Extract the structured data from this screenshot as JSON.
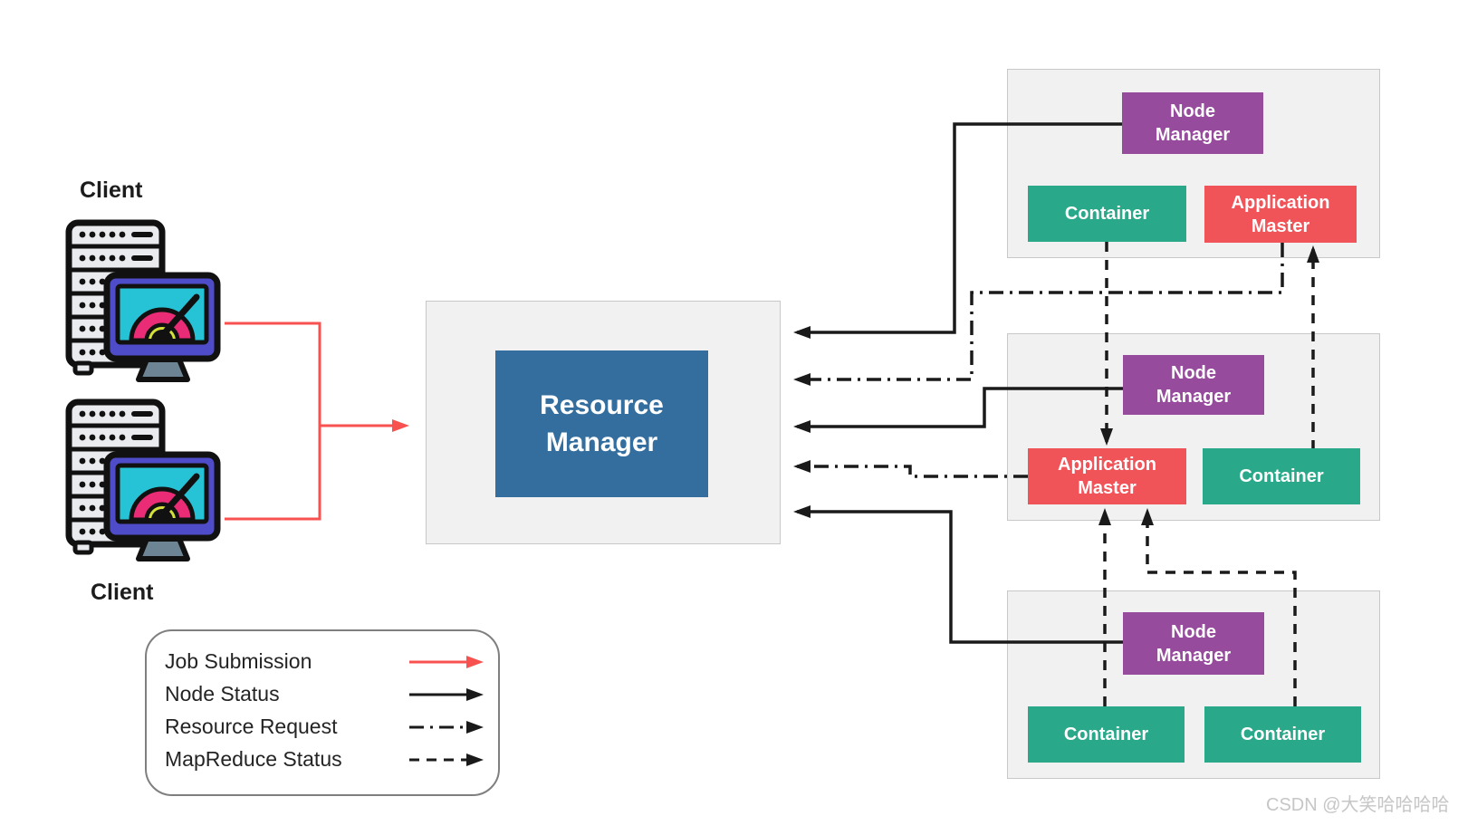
{
  "diagram": {
    "clients": {
      "top": {
        "label": "Client"
      },
      "bottom": {
        "label": "Client"
      }
    },
    "resource_manager": {
      "line1": "Resource",
      "line2": "Manager"
    },
    "node_groups": [
      {
        "name": "top-node",
        "node_manager": {
          "line1": "Node",
          "line2": "Manager"
        },
        "container_label": "Container",
        "app_master": {
          "line1": "Application",
          "line2": "Master"
        }
      },
      {
        "name": "middle-node",
        "node_manager": {
          "line1": "Node",
          "line2": "Manager"
        },
        "app_master": {
          "line1": "Application",
          "line2": "Master"
        },
        "container_label": "Container"
      },
      {
        "name": "bottom-node",
        "node_manager": {
          "line1": "Node",
          "line2": "Manager"
        },
        "container_left_label": "Container",
        "container_right_label": "Container"
      }
    ],
    "watermark": "CSDN @大笑哈哈哈哈"
  },
  "legend": {
    "items": [
      {
        "label": "Job Submission",
        "line_style": "solid",
        "color": "#f7524f"
      },
      {
        "label": "Node Status",
        "line_style": "solid",
        "color": "#1a1a1a"
      },
      {
        "label": "Resource Request",
        "line_style": "dash-dot",
        "color": "#1a1a1a"
      },
      {
        "label": "MapReduce Status",
        "line_style": "dashed",
        "color": "#1a1a1a"
      }
    ]
  },
  "colors": {
    "node_manager": "#964b9d",
    "container": "#2aa88a",
    "application_master": "#f05459",
    "resource_manager": "#336e9e",
    "job_submission_arrow": "#f7524f",
    "black_line": "#1a1a1a",
    "group_fill": "#f1f1f2",
    "group_border": "#c8c8c8"
  }
}
